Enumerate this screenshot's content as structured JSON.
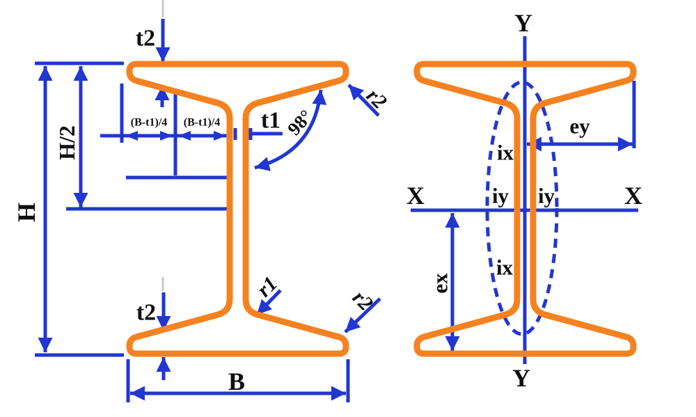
{
  "colors": {
    "beam_orange": "#f58220",
    "dimension_blue": "#2236d2",
    "label_black": "#0f0f0f",
    "faint_line_gray": "#c9c9d2",
    "background": "#ffffff"
  },
  "left_view": {
    "height_label": "H",
    "half_height_label": "H/2",
    "flange_thickness_label_top": "t2",
    "flange_thickness_label_bottom": "t2",
    "web_thickness_label": "t1",
    "quarter_width_label_left": "(B-t1)/4",
    "quarter_width_label_right": "(B-t1)/4",
    "flange_slope_angle_label": "98°",
    "web_fillet_radius_label": "r1",
    "flange_tip_radius_label_top": "r2",
    "flange_tip_radius_label_bottom": "r2",
    "width_label": "B"
  },
  "right_view": {
    "axis_y_label_top": "Y",
    "axis_y_label_bottom": "Y",
    "axis_x_label_left": "X",
    "axis_x_label_right": "X",
    "radius_of_gyration_x_label_upper": "ix",
    "radius_of_gyration_x_label_lower": "ix",
    "radius_of_gyration_y_label_left": "iy",
    "radius_of_gyration_y_label_right": "iy",
    "centroid_distance_x_label": "ex",
    "centroid_distance_y_label": "ey"
  }
}
